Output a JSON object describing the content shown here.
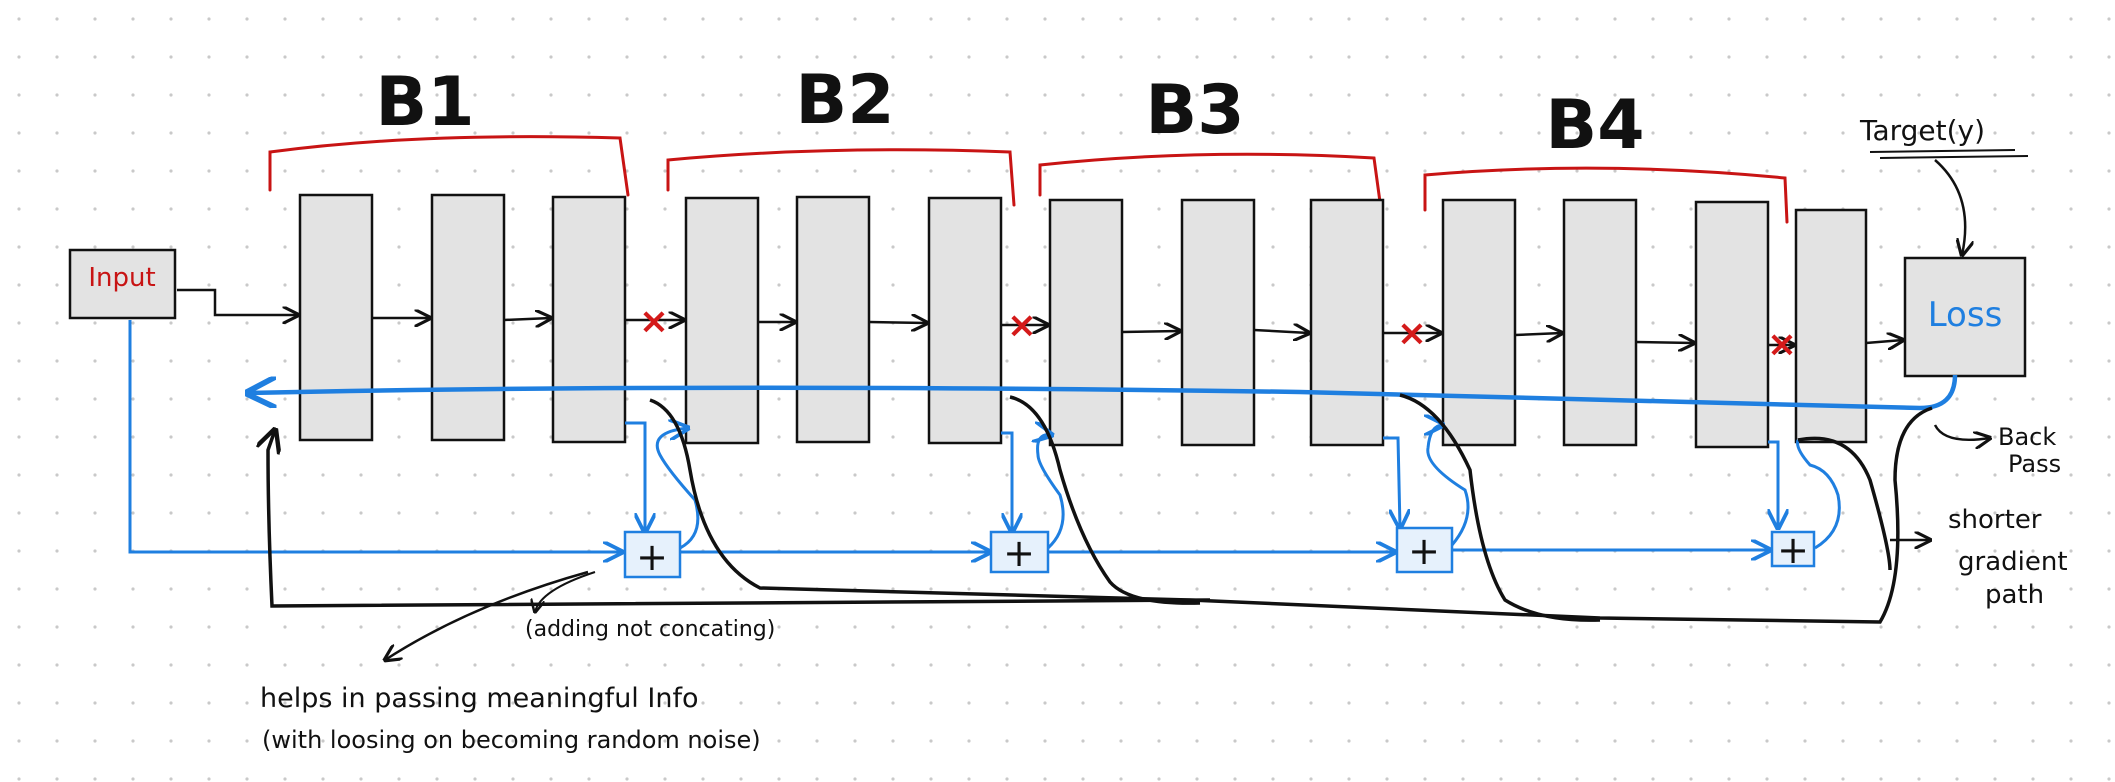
{
  "blocks": [
    {
      "label": "B1"
    },
    {
      "label": "B2"
    },
    {
      "label": "B3"
    },
    {
      "label": "B4"
    }
  ],
  "nodes": {
    "input": "Input",
    "loss": "Loss",
    "target": "Target(y)"
  },
  "sum_symbol": "+",
  "cut_symbol": "×",
  "annotations": {
    "back_pass": [
      "Back",
      "Pass"
    ],
    "shorter_gradient": [
      "shorter",
      "gradient",
      "path"
    ],
    "adding": "(adding not concating)",
    "helps_line1": "helps in passing meaningful Info",
    "helps_line2": "(with loosing on becoming random noise)"
  },
  "colors": {
    "layer_fill": "#e3e3e3",
    "stroke": "#111111",
    "block_bracket": "#c81414",
    "gradient_blue": "#1f7fe0",
    "cut_red": "#d41a1a",
    "sum_fill": "#e6f1fc"
  }
}
